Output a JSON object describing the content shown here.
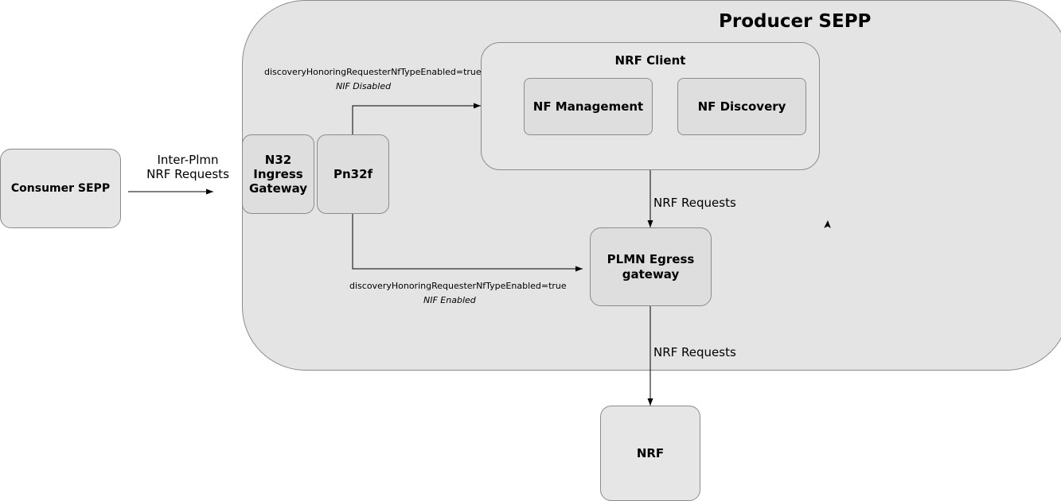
{
  "producer_sepp": {
    "title": "Producer SEPP",
    "nrf_client": {
      "title": "NRF Client",
      "nf_management": "NF Management",
      "nf_discovery": "NF Discovery"
    },
    "n32_ingress_gateway": "N32 Ingress Gateway",
    "pn32f": "Pn32f",
    "plmn_egress_gateway": "PLMN Egress gateway",
    "top_route": {
      "condition": "discoveryHonoringRequesterNfTypeEnabled=true",
      "mode": "NIF Disabled"
    },
    "bottom_route": {
      "condition": "discoveryHonoringRequesterNfTypeEnabled=true",
      "mode": "NIF Enabled"
    },
    "client_to_egress_label": "NRF Requests",
    "egress_to_nrf_label": "NRF Requests"
  },
  "consumer_sepp": "Consumer SEPP",
  "inter_plmn_label": {
    "line1": "Inter-Plmn",
    "line2": "NRF Requests"
  },
  "nrf": "NRF"
}
